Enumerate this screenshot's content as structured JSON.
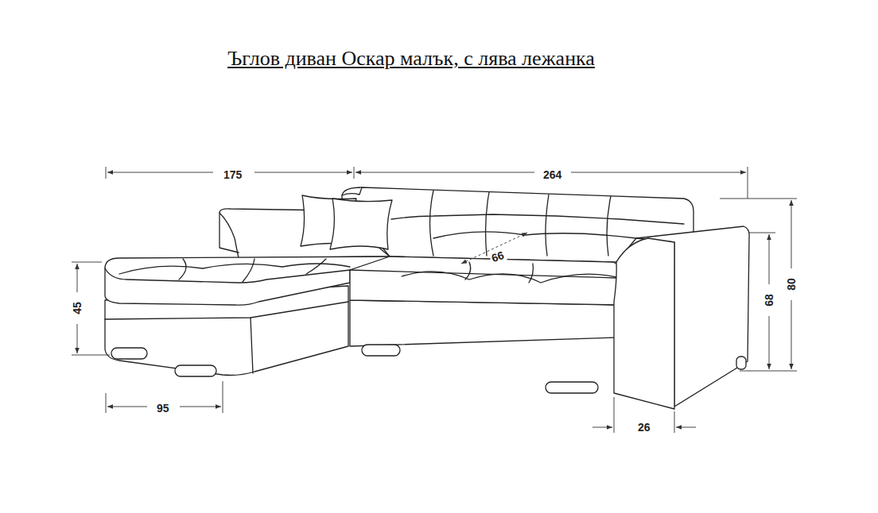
{
  "diagram": {
    "title": "Ъглов диван Оскар малък, с лява лежанка",
    "labels": [
      "175",
      "264",
      "66",
      "45",
      "68",
      "80",
      "95",
      "26"
    ]
  }
}
